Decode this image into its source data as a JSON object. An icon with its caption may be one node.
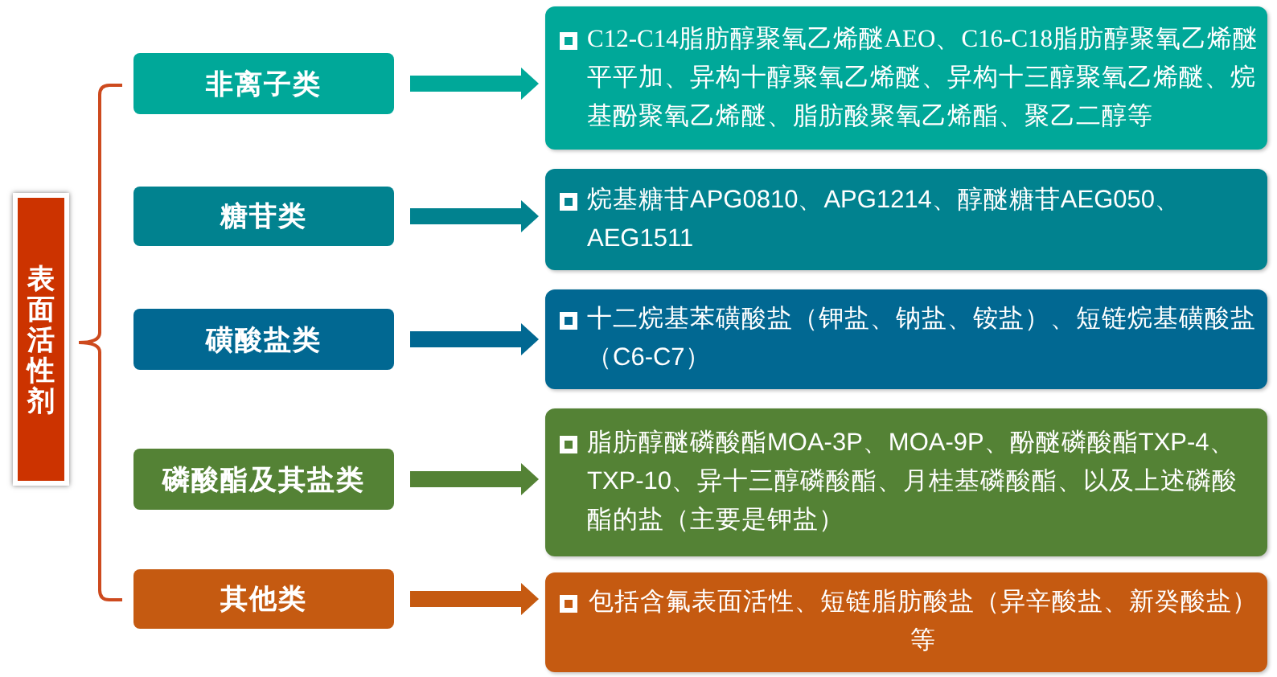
{
  "diagram": {
    "nodes": [
      {
        "text": [
          "表面活性剂"
        ]
      },
      {
        "text": [
          "非离子类"
        ]
      },
      {
        "text": [
          "C12-C14脂肪醇聚氧乙烯醚AEO、C16-C18脂肪醇聚氧乙烯醚平平加、异构十醇聚氧乙烯醚、异构十三醇聚氧乙烯醚、烷基酚聚氧乙烯醚、脂肪酸聚氧乙烯酯、聚乙二醇等"
        ]
      },
      {
        "text": [
          "糖苷类"
        ]
      },
      {
        "text": [
          "烷基糖苷APG0810、APG1214、醇醚糖苷AEG050、AEG1511"
        ]
      },
      {
        "text": [
          "磺酸盐类"
        ]
      },
      {
        "text": [
          "十二烷基苯磺酸盐（钾盐、钠盐、铵盐）、短链烷基磺酸盐（C6-C7）"
        ]
      },
      {
        "text": [
          "磷酸酯及其盐类"
        ]
      },
      {
        "text": [
          "脂肪醇醚磷酸酯MOA-3P、MOA-9P、酚醚磷酸酯TXP-4、TXP-10、异十三醇磷酸酯、月桂基磷酸酯、以及上述磷酸酯的盐（主要是钾盐）"
        ]
      },
      {
        "text": [
          "其他类"
        ]
      },
      {
        "text": [
          "包括含氟表面活性、短链脂肪酸盐（异辛酸盐、新癸酸盐）等"
        ]
      }
    ],
    "edges": [
      {
        "from": 1,
        "to": 2,
        "arrow": "to",
        "color": "#00a899"
      },
      {
        "from": 3,
        "to": 4,
        "arrow": "to",
        "color": "#01828f"
      },
      {
        "from": 5,
        "to": 6,
        "arrow": "to",
        "color": "#016892"
      },
      {
        "from": 7,
        "to": 8,
        "arrow": "to",
        "color": "#548235"
      },
      {
        "from": 9,
        "to": 10,
        "arrow": "to",
        "color": "#c55a11"
      }
    ]
  }
}
